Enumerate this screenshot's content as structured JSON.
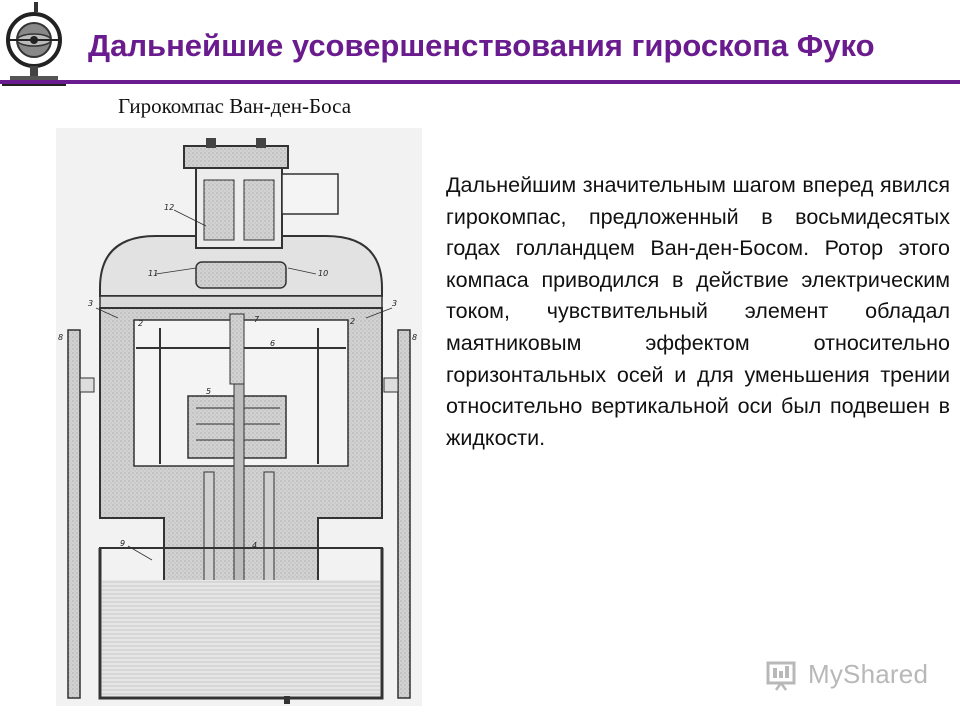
{
  "slide": {
    "title": "Дальнейшие усовершенствования гироскопа Фуко",
    "subtitle": "Гирокомпас Ван-ден-Боса",
    "body": "Дальнейшим значительным шагом вперед явился гирокомпас, предложенный в восьмидесятых годах голландцем Ван-ден-Босом. Ротор этого компаса приводился в действие электрическим током, чувствительный элемент обладал маятниковым эффектом относительно горизонтальных осей и для уменьшения трении относительно вертикальной оси был подвешен в жидкости."
  },
  "figure": {
    "labels": [
      "12",
      "11",
      "10",
      "8",
      "3",
      "2",
      "7",
      "6",
      "5",
      "4",
      "9",
      "2",
      "3",
      "8"
    ]
  },
  "watermark": {
    "text": "MyShared"
  },
  "colors": {
    "title": "#6a1b8e",
    "rule": "#6a1b8e",
    "watermark": "#b8b8b8"
  }
}
